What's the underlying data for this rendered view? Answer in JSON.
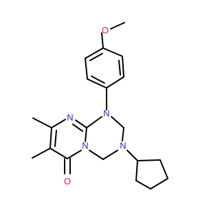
{
  "molecule": {
    "colors": {
      "bond": "#000000",
      "nitrogen": "#1f1fe0",
      "oxygen": "#e01f1f",
      "background": "#ffffff"
    },
    "atoms": {
      "methoxy_o": "O",
      "n1": "N",
      "n_pyrimidine": "N",
      "n_bridge": "N",
      "n3": "N",
      "carbonyl_o": "O"
    }
  }
}
